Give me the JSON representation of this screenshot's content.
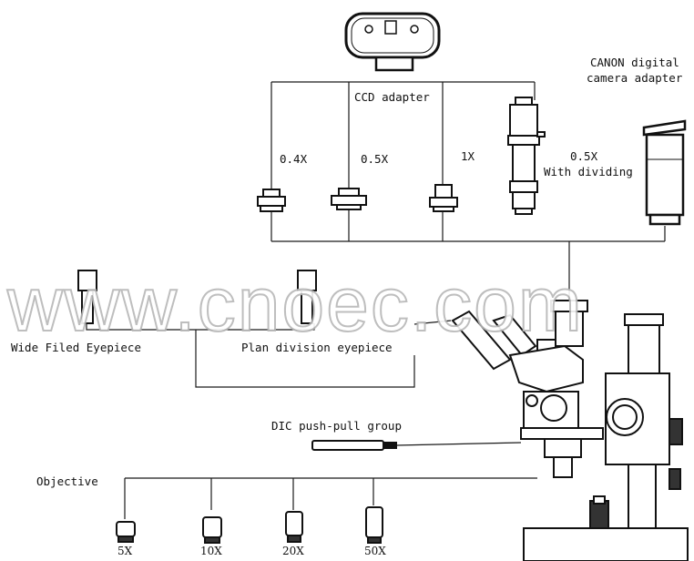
{
  "labels": {
    "ccd_adapter": "CCD adapter",
    "canon_adapter_line1": "CANON digital",
    "canon_adapter_line2": "camera adapter",
    "adapter_04x": "0.4X",
    "adapter_05x": "0.5X",
    "adapter_1x": "1X",
    "adapter_05x_div_line1": "0.5X",
    "adapter_05x_div_line2": "With dividing",
    "wide_field_eyepiece": "Wide Filed Eyepiece",
    "plan_division_eyepiece": "Plan division eyepiece",
    "dic_group": "DIC push-pull group",
    "objective": "Objective",
    "obj_5x": "5X",
    "obj_10x": "10X",
    "obj_20x": "20X",
    "obj_50x": "50X"
  },
  "watermark": "www.cnoec.com",
  "colors": {
    "line": "#1a1a1a",
    "watermark_stroke": "#b8b8b8"
  }
}
